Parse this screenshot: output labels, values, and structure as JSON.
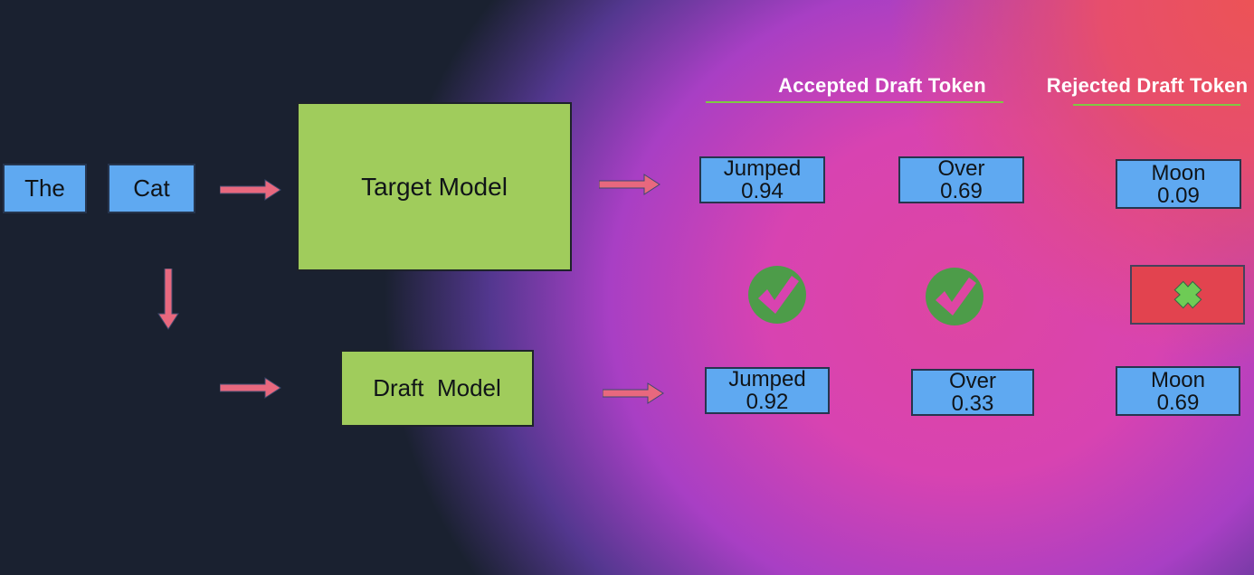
{
  "headers": {
    "accepted": "Accepted Draft Token",
    "rejected": "Rejected Draft Token"
  },
  "input_tokens": [
    {
      "label": "The"
    },
    {
      "label": "Cat"
    }
  ],
  "models": {
    "target": "Target Model",
    "draft": "Draft  Model"
  },
  "target_row": [
    {
      "token": "Jumped",
      "prob": "0.94",
      "status": "accepted"
    },
    {
      "token": "Over",
      "prob": "0.69",
      "status": "accepted"
    },
    {
      "token": "Moon",
      "prob": "0.09",
      "status": "rejected"
    }
  ],
  "draft_row": [
    {
      "token": "Jumped",
      "prob": "0.92"
    },
    {
      "token": "Over",
      "prob": "0.33"
    },
    {
      "token": "Moon",
      "prob": "0.69"
    }
  ],
  "icons": {
    "accepted": "check-circle-icon",
    "rejected": "cross-icon"
  },
  "colors": {
    "token_box_blue": "#5fa9f1",
    "model_box_green": "#a0cc5c",
    "arrow_pink": "#e8687e",
    "check_green": "#4d9c49",
    "cross_box_red": "#e2434f",
    "cross_green": "#6ecb55",
    "underline_green": "#7fc943",
    "background_navy": "#1a2130"
  }
}
